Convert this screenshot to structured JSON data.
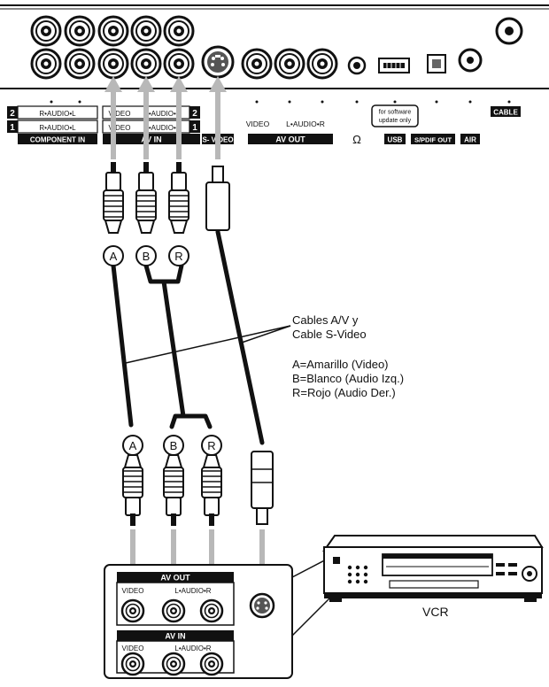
{
  "tv_panel": {
    "component_in": "COMPONENT IN",
    "comp_row2_audio": "R•AUDIO•L",
    "comp_row1_audio": "R•AUDIO•L",
    "comp_num_2": "2",
    "comp_num_1": "1",
    "av_in": "AV IN",
    "av_in_video": "VIDEO",
    "av_in_audio": "L•AUDIO•R",
    "av_in_num_2": "2",
    "av_in_num_1": "1",
    "s_video": "S- VIDEO",
    "av_out_video": "VIDEO",
    "av_out_audio": "L•AUDIO•R",
    "av_out": "AV OUT",
    "headphone_symbol": "Ω",
    "software_note": "for software update only",
    "usb": "USB",
    "spdif_out": "S/PDIF OUT",
    "air": "AIR",
    "cable": "CABLE"
  },
  "plugs": {
    "a": "A",
    "b": "B",
    "r": "R"
  },
  "legend": {
    "line1": "Cables A/V y",
    "line2": "Cable S-Video",
    "line3": "A=Amarillo (Video)",
    "line4": "B=Blanco (Audio Izq.)",
    "line5": "R=Rojo (Audio Der.)"
  },
  "vcr_panel": {
    "av_out": "AV OUT",
    "av_out_video": "VIDEO",
    "av_out_audio": "L•AUDIO•R",
    "av_in": "AV IN",
    "av_in_video": "VIDEO",
    "av_in_audio": "L•AUDIO•R"
  },
  "vcr_label": "VCR"
}
